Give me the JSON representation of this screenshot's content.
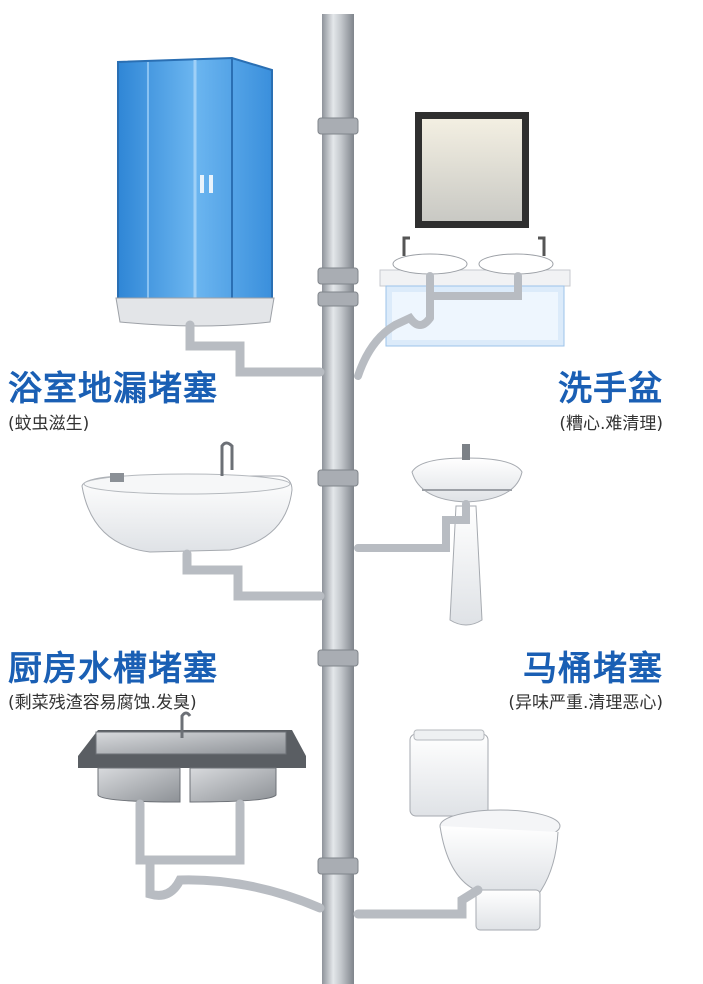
{
  "colors": {
    "title_blue": "#1a5fb4",
    "subtitle_gray": "#333333",
    "pipe_silver": "#b8bcc2",
    "shower_glass": "#4a9be0"
  },
  "fixtures": [
    {
      "id": "shower",
      "title": "浴室地漏堵塞",
      "subtitle": "(蚊虫滋生)"
    },
    {
      "id": "washbasin",
      "title": "洗手盆",
      "subtitle": "(糟心.难清理)"
    },
    {
      "id": "bathtub",
      "title": "",
      "subtitle": ""
    },
    {
      "id": "pedestal-sink",
      "title": "",
      "subtitle": ""
    },
    {
      "id": "kitchen-sink",
      "title": "厨房水槽堵塞",
      "subtitle": "(剩菜残渣容易腐蚀.发臭)"
    },
    {
      "id": "toilet",
      "title": "马桶堵塞",
      "subtitle": "(异味严重.清理恶心)"
    }
  ]
}
